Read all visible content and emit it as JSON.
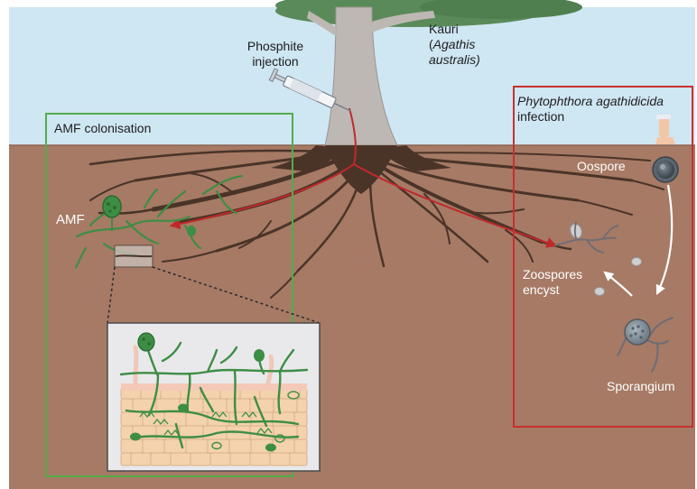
{
  "labels": {
    "tree_name": "Kauri",
    "tree_species_open": "(",
    "tree_species_genus": "Agathis",
    "tree_species_epithet": "australis)",
    "phosphite_line1": "Phosphite",
    "phosphite_line2": "injection",
    "amf_box_title": "AMF colonisation",
    "amf": "AMF",
    "infection_species": "Phytophthora agathidicida",
    "infection_word": "infection",
    "oospore": "Oospore",
    "zoospores_line1": "Zoospores",
    "zoospores_line2": "encyst",
    "sporangium": "Sporangium"
  },
  "colors": {
    "sky": "#cfe6f3",
    "soil": "#a67a65",
    "root": "#4a3428",
    "trunk": "#bdb8b4",
    "foliage": "#5a8a5a",
    "amf_hyphae": "#3e8d45",
    "phosphite_flow": "#c0292a",
    "amf_box_border": "#52ad4a",
    "infection_box_border": "#c8302e"
  }
}
